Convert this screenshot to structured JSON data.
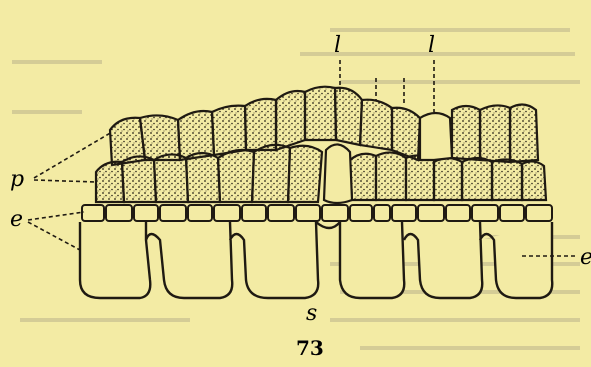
{
  "figure": {
    "number": "73",
    "labels": {
      "l_left": "l",
      "l_right": "l",
      "p": "p",
      "e_left": "e",
      "e_right": "e",
      "s": "s"
    }
  }
}
